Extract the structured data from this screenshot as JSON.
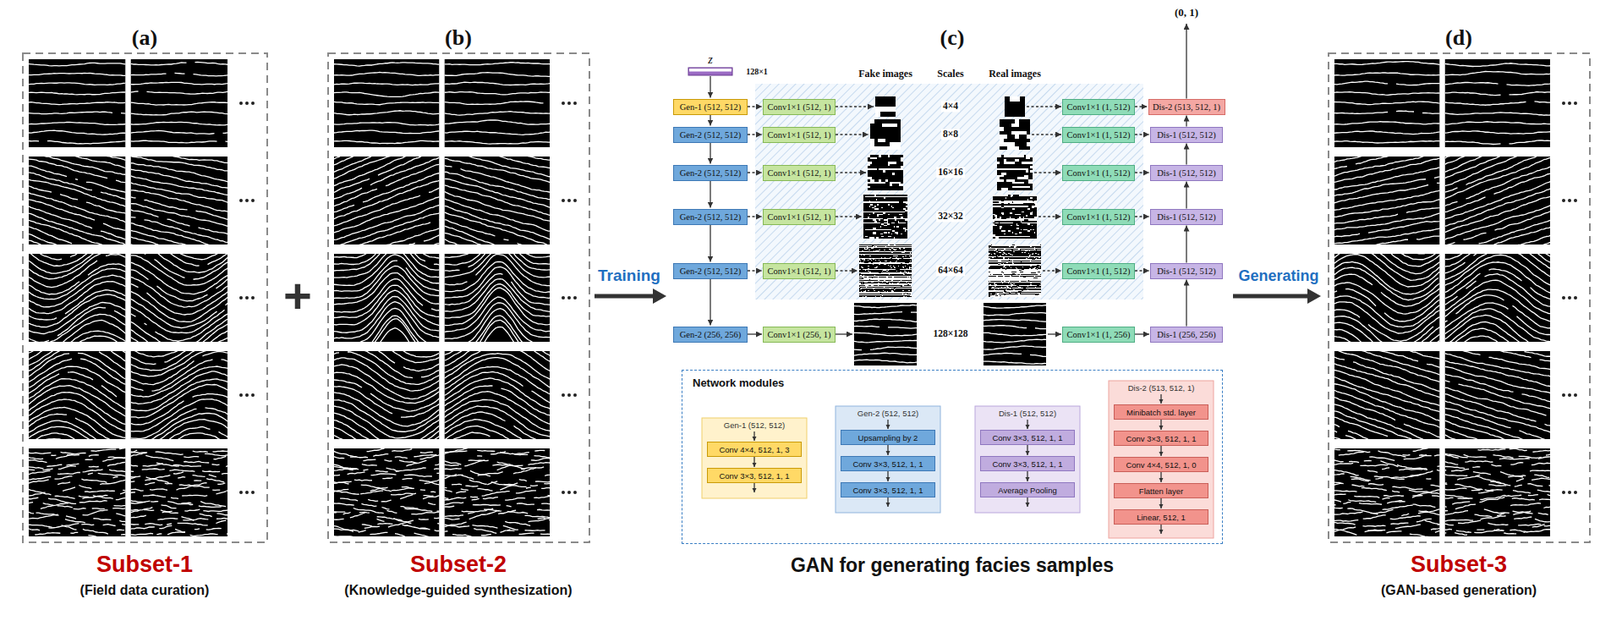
{
  "diagram": {
    "nodes": [
      {
        "text": [
          "Gen-1 (512, 512)"
        ]
      },
      {
        "text": [
          "Gen-2 (512, 512)"
        ]
      },
      {
        "text": [
          "Gen-2 (512, 512)"
        ]
      },
      {
        "text": [
          "Gen-2 (512, 512)"
        ]
      },
      {
        "text": [
          "Gen-2 (512, 512)"
        ]
      },
      {
        "text": [
          "Gen-2 (256, 256)"
        ]
      },
      {
        "text": [
          "Conv1×1 (512, 1)"
        ]
      },
      {
        "text": [
          "Conv1×1 (512, 1)"
        ]
      },
      {
        "text": [
          "Conv1×1 (512, 1)"
        ]
      },
      {
        "text": [
          "Conv1×1 (512, 1)"
        ]
      },
      {
        "text": [
          "Conv1×1 (512, 1)"
        ]
      },
      {
        "text": [
          "Conv1×1 (256, 1)"
        ]
      },
      {
        "text": [
          "Conv1×1 (1, 512)"
        ]
      },
      {
        "text": [
          "Conv1×1 (1, 512)"
        ]
      },
      {
        "text": [
          "Conv1×1 (1, 512)"
        ]
      },
      {
        "text": [
          "Conv1×1 (1, 512)"
        ]
      },
      {
        "text": [
          "Conv1×1 (1, 512)"
        ]
      },
      {
        "text": [
          "Conv1×1 (1, 256)"
        ]
      },
      {
        "text": [
          "Dis-2 (513, 512, 1)"
        ]
      },
      {
        "text": [
          "Dis-1 (512, 512)"
        ]
      },
      {
        "text": [
          "Dis-1 (512, 512)"
        ]
      },
      {
        "text": [
          "Dis-1 (512, 512)"
        ]
      },
      {
        "text": [
          "Dis-1 (512, 512)"
        ]
      },
      {
        "text": [
          "Dis-1 (256, 256)"
        ]
      },
      {
        "text": [
          "Network modules"
        ]
      },
      {
        "text": [
          "Gen-1 (512, 512)"
        ],
        "in": 24
      },
      {
        "text": [
          "Conv 4×4, 512, 1, 3"
        ],
        "in": 25
      },
      {
        "text": [
          "Conv 3×3, 512, 1, 1"
        ],
        "in": 25
      },
      {
        "text": [
          "Gen-2 (512, 512)"
        ],
        "in": 24
      },
      {
        "text": [
          "Upsampling by 2"
        ],
        "in": 28
      },
      {
        "text": [
          "Conv 3×3, 512, 1, 1"
        ],
        "in": 28
      },
      {
        "text": [
          "Conv 3×3, 512, 1, 1"
        ],
        "in": 28
      },
      {
        "text": [
          "Dis-1 (512, 512)"
        ],
        "in": 24
      },
      {
        "text": [
          "Conv 3×3, 512, 1, 1"
        ],
        "in": 32
      },
      {
        "text": [
          "Conv 3×3, 512, 1, 1"
        ],
        "in": 32
      },
      {
        "text": [
          "Average Pooling"
        ],
        "in": 32
      },
      {
        "text": [
          "Dis-2 (513, 512, 1)"
        ],
        "in": 24
      },
      {
        "text": [
          "Minibatch std. layer"
        ],
        "in": 36
      },
      {
        "text": [
          "Conv 3×3, 512, 1, 1"
        ],
        "in": 36
      },
      {
        "text": [
          "Conv 4×4, 512, 1, 0"
        ],
        "in": 36
      },
      {
        "text": [
          "Flatten layer"
        ],
        "in": 36
      },
      {
        "text": [
          "Linear, 512, 1"
        ],
        "in": 36
      }
    ],
    "edges": [
      {
        "from": 0,
        "to": 1,
        "arrow": "to"
      },
      {
        "from": 1,
        "to": 2,
        "arrow": "to"
      },
      {
        "from": 2,
        "to": 3,
        "arrow": "to"
      },
      {
        "from": 3,
        "to": 4,
        "arrow": "to"
      },
      {
        "from": 4,
        "to": 5,
        "arrow": "to"
      },
      {
        "from": 0,
        "to": 6,
        "arrow": "to"
      },
      {
        "from": 1,
        "to": 7,
        "arrow": "to"
      },
      {
        "from": 2,
        "to": 8,
        "arrow": "to"
      },
      {
        "from": 3,
        "to": 9,
        "arrow": "to"
      },
      {
        "from": 4,
        "to": 10,
        "arrow": "to"
      },
      {
        "from": 5,
        "to": 11,
        "arrow": "to"
      },
      {
        "from": 12,
        "to": 18,
        "arrow": "to"
      },
      {
        "from": 13,
        "to": 19,
        "arrow": "to"
      },
      {
        "from": 14,
        "to": 20,
        "arrow": "to"
      },
      {
        "from": 15,
        "to": 21,
        "arrow": "to"
      },
      {
        "from": 16,
        "to": 22,
        "arrow": "to"
      },
      {
        "from": 17,
        "to": 23,
        "arrow": "to"
      },
      {
        "from": 23,
        "to": 22,
        "arrow": "to"
      },
      {
        "from": 22,
        "to": 21,
        "arrow": "to"
      },
      {
        "from": 21,
        "to": 20,
        "arrow": "to"
      },
      {
        "from": 20,
        "to": 19,
        "arrow": "to"
      },
      {
        "from": 19,
        "to": 18,
        "arrow": "to"
      },
      {
        "from": 26,
        "to": 27,
        "arrow": "to"
      },
      {
        "from": 29,
        "to": 30,
        "arrow": "to"
      },
      {
        "from": 30,
        "to": 31,
        "arrow": "to"
      },
      {
        "from": 33,
        "to": 34,
        "arrow": "to"
      },
      {
        "from": 34,
        "to": 35,
        "arrow": "to"
      },
      {
        "from": 37,
        "to": 38,
        "arrow": "to"
      },
      {
        "from": 38,
        "to": 39,
        "arrow": "to"
      },
      {
        "from": 39,
        "to": 40,
        "arrow": "to"
      },
      {
        "from": 40,
        "to": 41,
        "arrow": "to"
      }
    ],
    "labels": [
      "(a)",
      "(b)",
      "(c)",
      "(d)",
      "+",
      "Training",
      "z",
      "128×1",
      "Fake images",
      "Scales",
      "Real images",
      "(0, 1)",
      "4×4",
      "8×8",
      "16×16",
      "32×32",
      "64×64",
      "128×128",
      "Generating",
      "Subset-1",
      "(Field data curation)",
      "Subset-2",
      "(Knowledge-guided synthesization)",
      "GAN for generating facies samples",
      "Subset-3",
      "(GAN-based generation)"
    ]
  }
}
